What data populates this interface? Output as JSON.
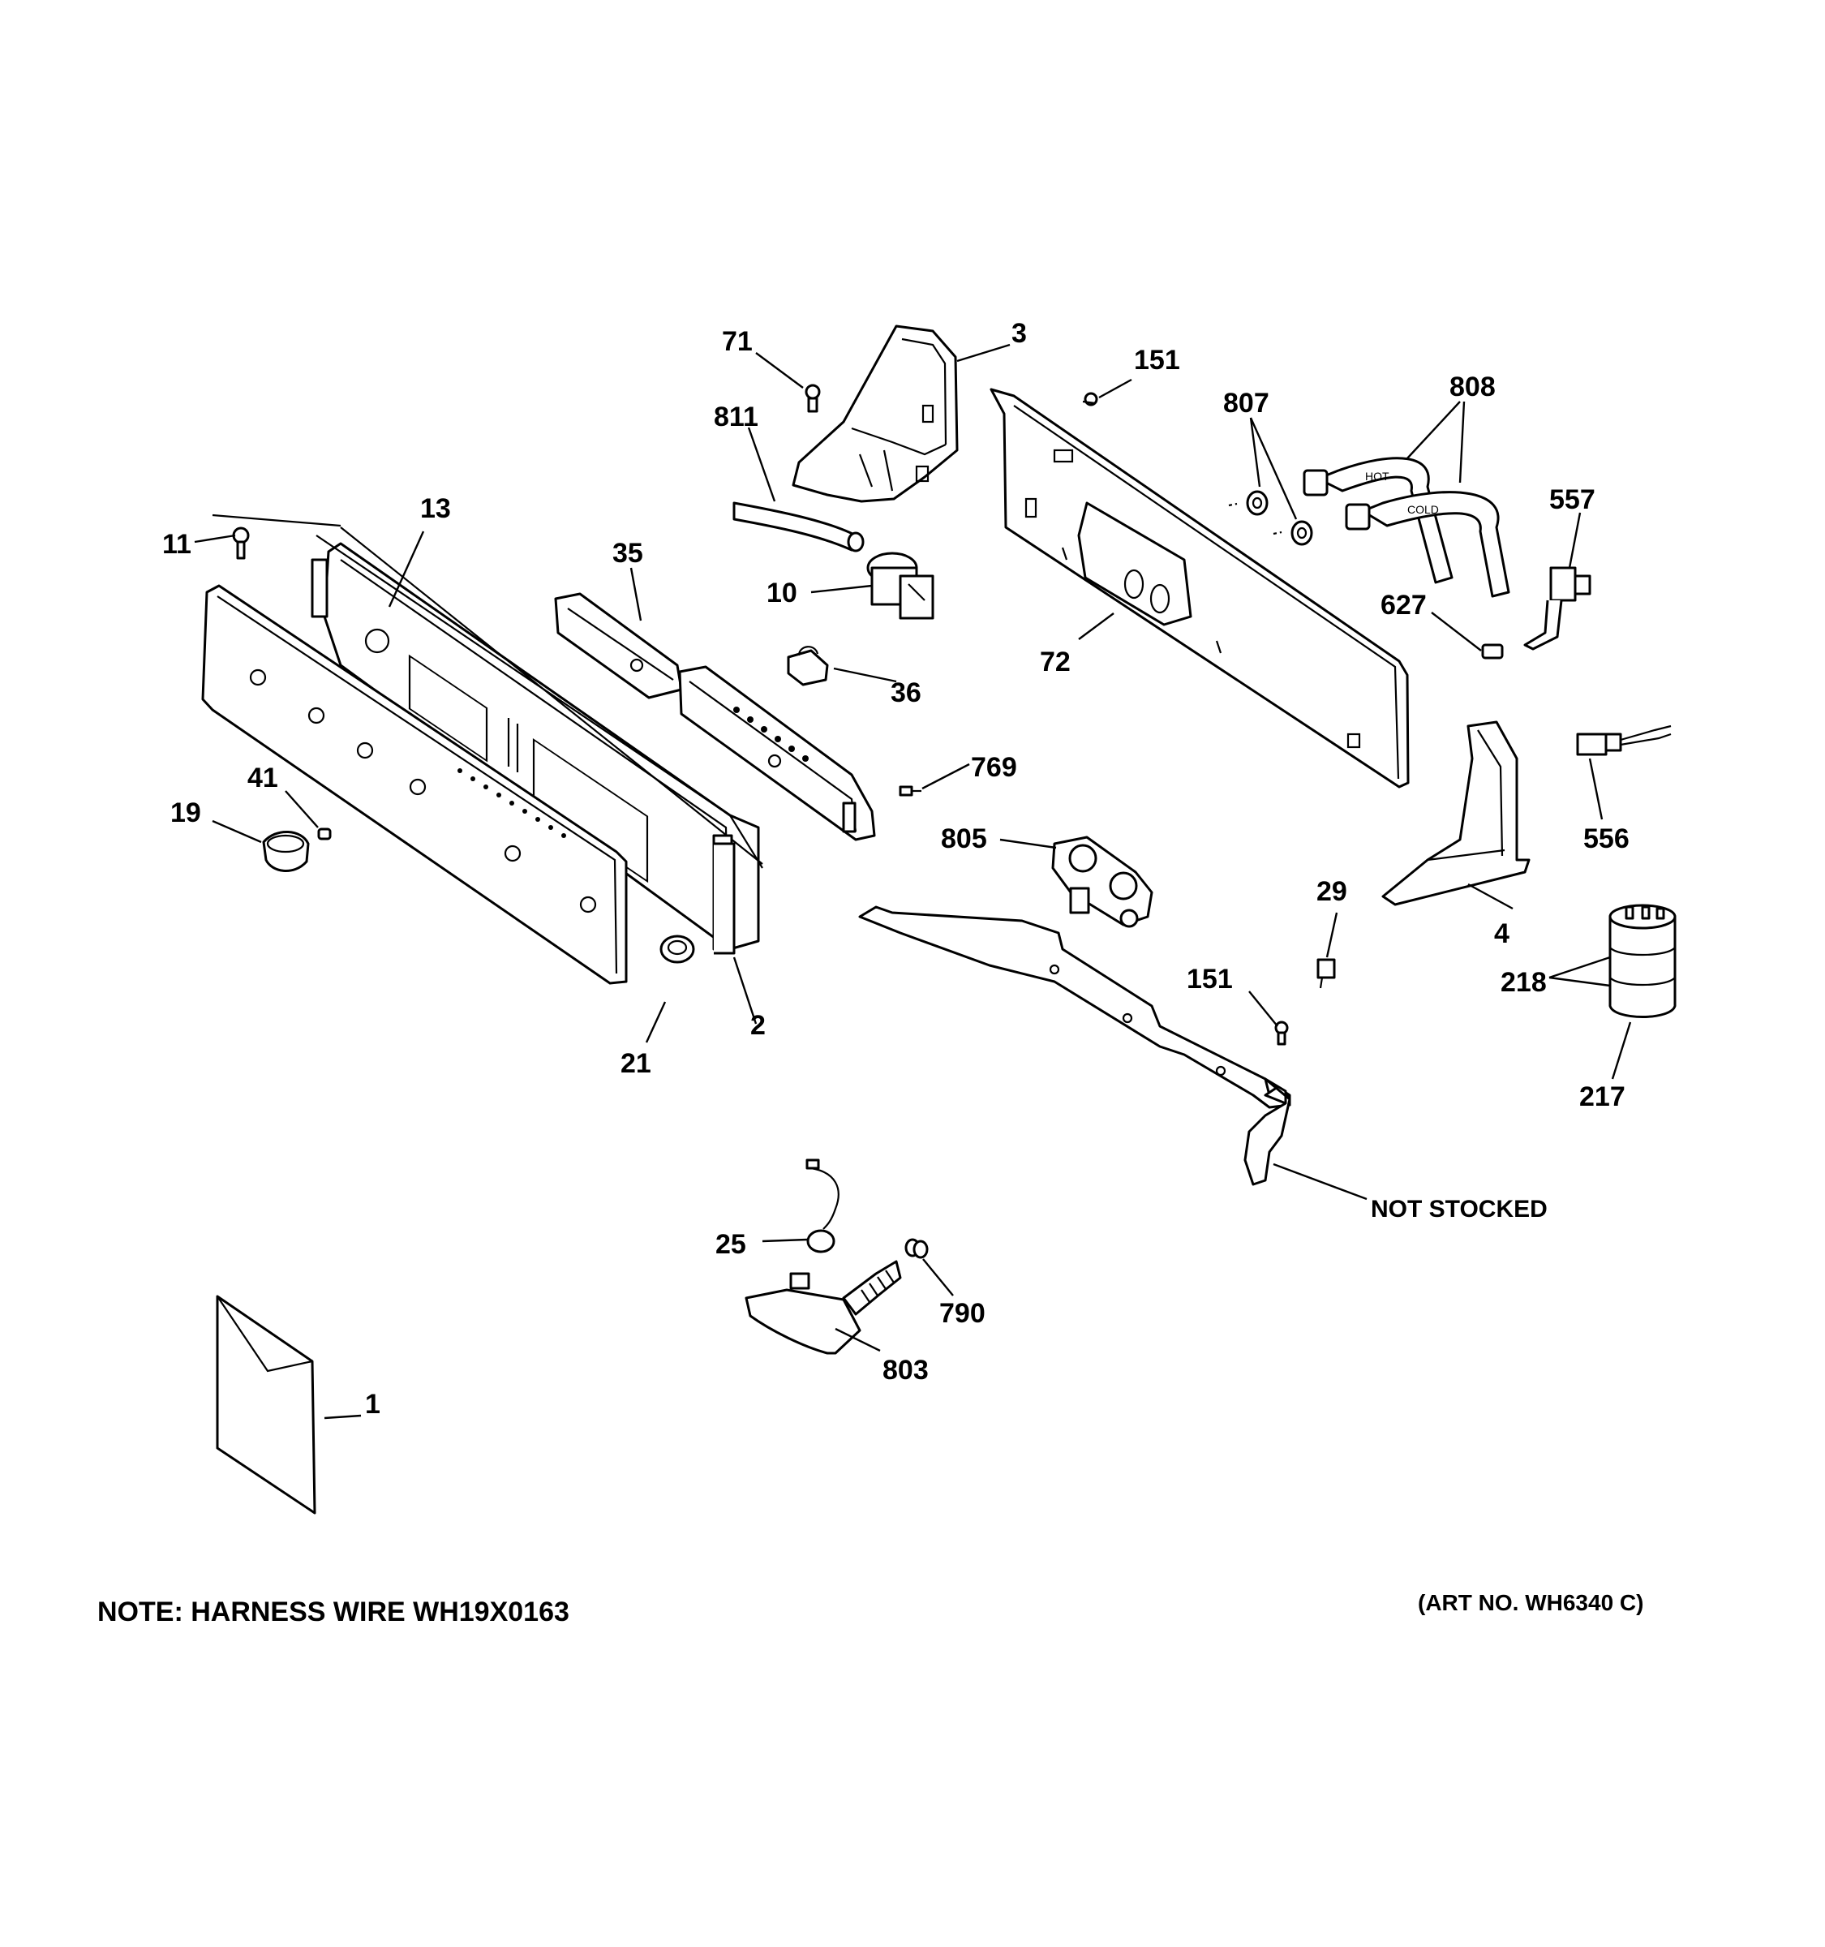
{
  "callouts": {
    "c71": "71",
    "c3": "3",
    "c151a": "151",
    "c807": "807",
    "c808": "808",
    "c811": "811",
    "c13": "13",
    "c11": "11",
    "c35": "35",
    "c557": "557",
    "c10": "10",
    "c627": "627",
    "c72": "72",
    "c36": "36",
    "c769": "769",
    "c41": "41",
    "c19": "19",
    "c805": "805",
    "c556": "556",
    "c29": "29",
    "c4": "4",
    "c151b": "151",
    "c218": "218",
    "c2": "2",
    "c21": "21",
    "c217": "217",
    "c25": "25",
    "c790": "790",
    "c803": "803",
    "c1": "1",
    "not_stocked": "NOT STOCKED"
  },
  "hose_labels": {
    "hot": "HOT",
    "cold": "COLD"
  },
  "footer": {
    "note": "NOTE: HARNESS WIRE WH19X0163",
    "art_no": "(ART NO. WH6340 C)"
  }
}
